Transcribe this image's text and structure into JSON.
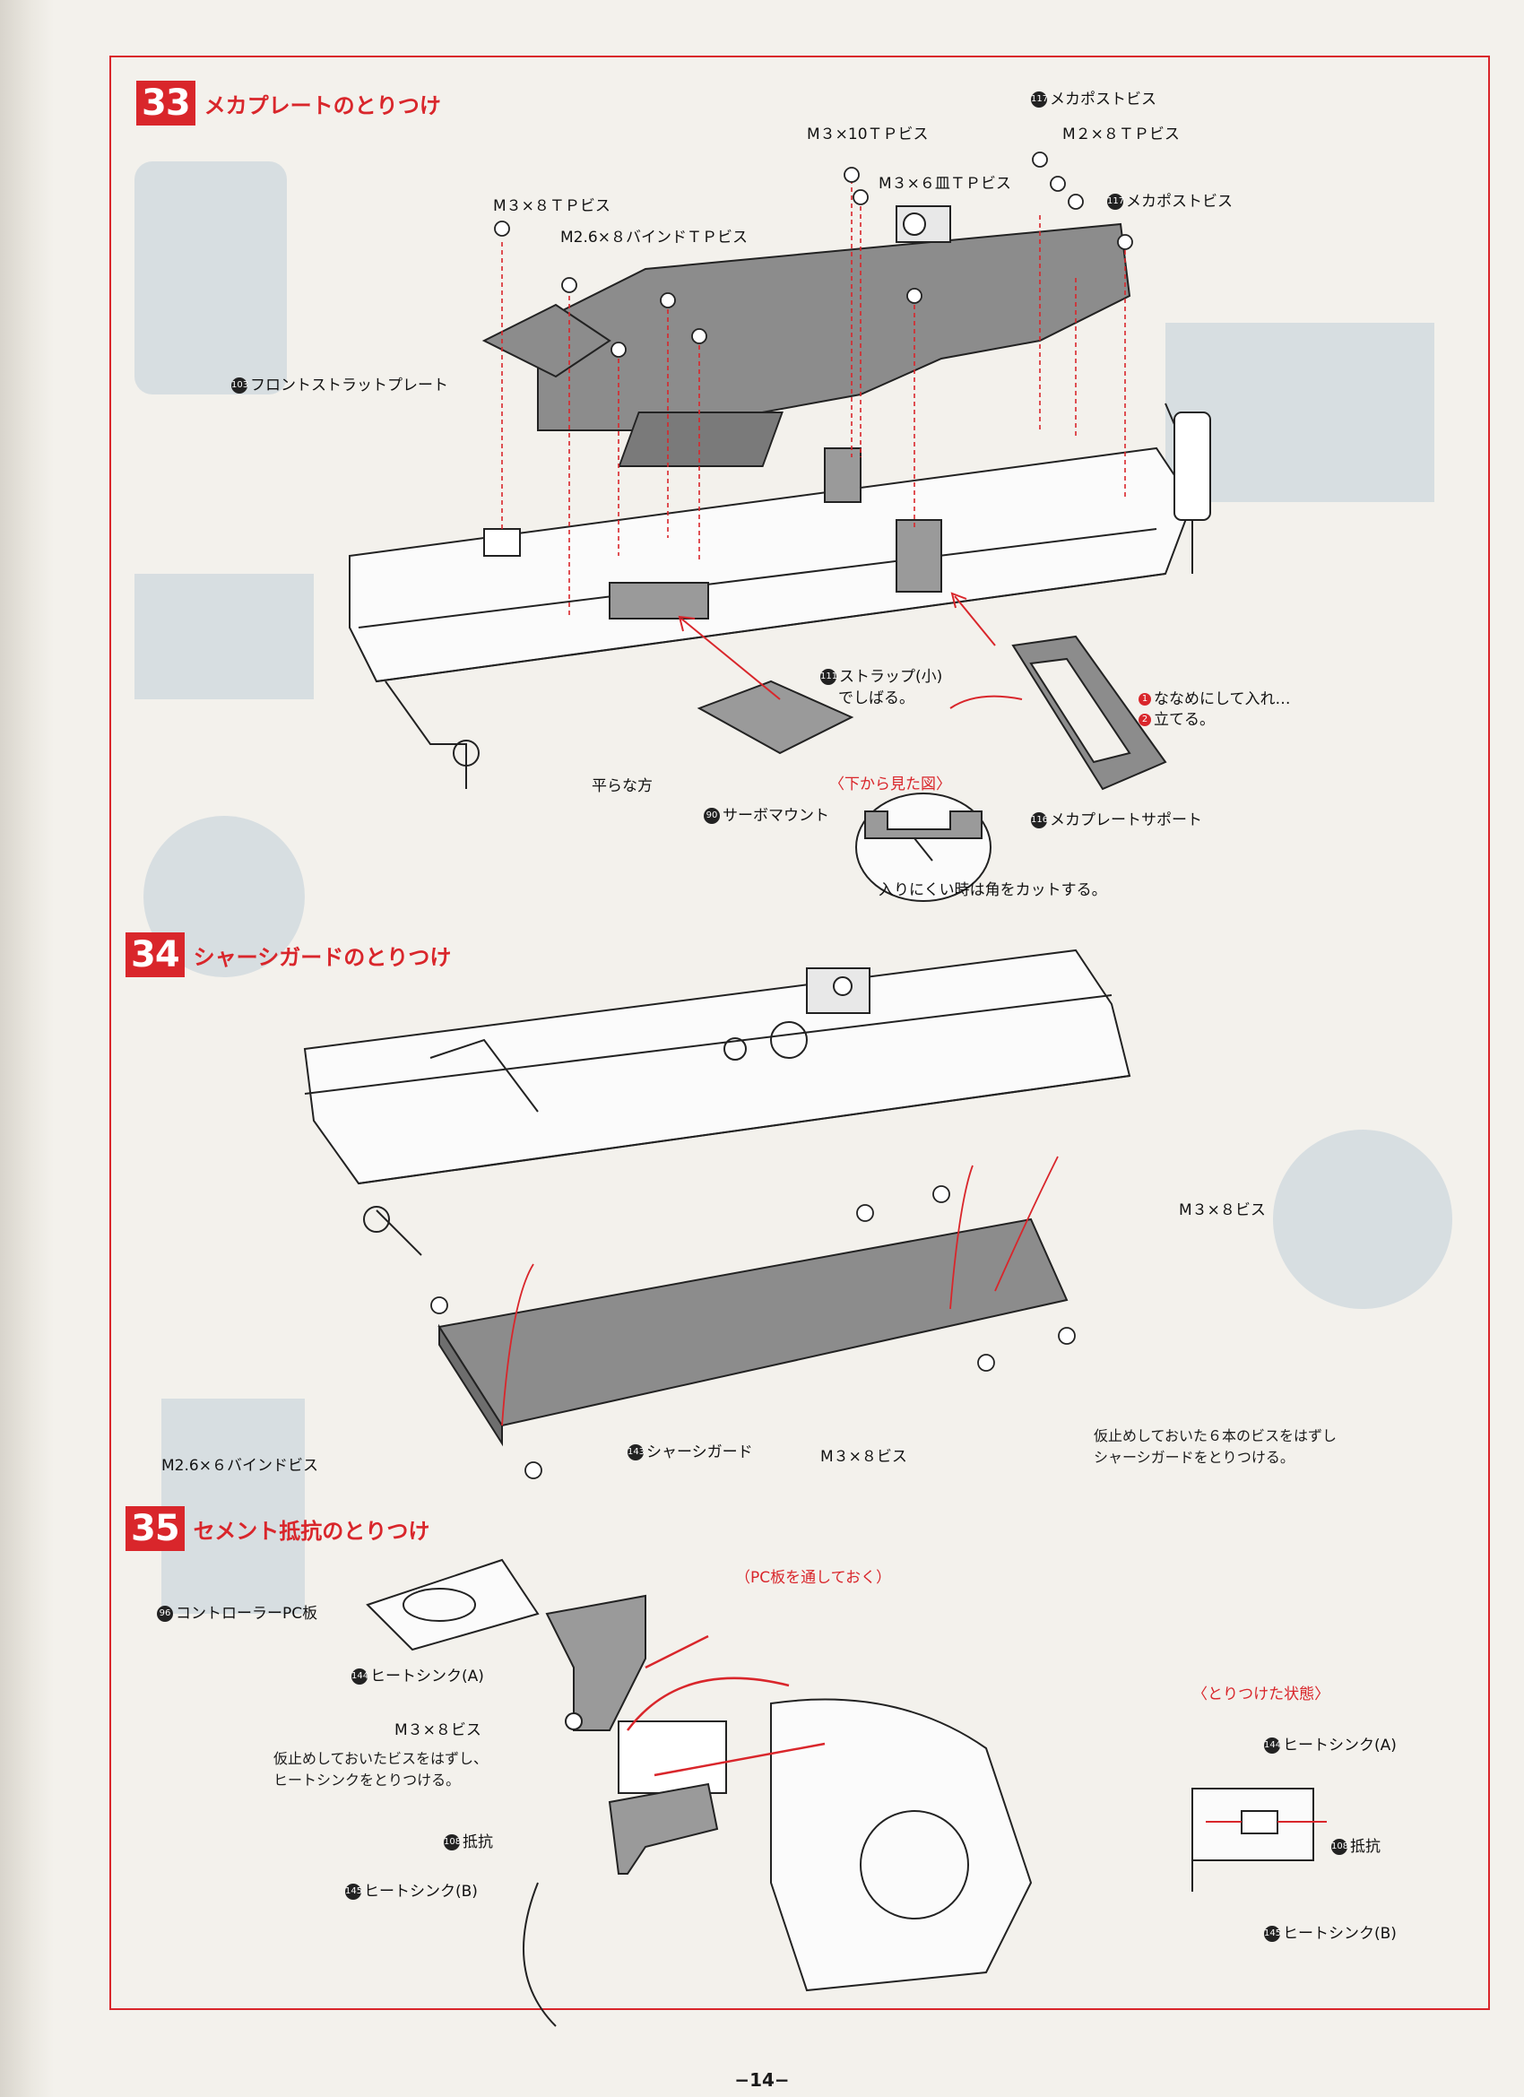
{
  "page_number": "−14−",
  "sections": [
    {
      "num": "33",
      "title": "メカプレートのとりつけ"
    },
    {
      "num": "34",
      "title": "シャーシガードのとりつけ"
    },
    {
      "num": "35",
      "title": "セメント抵抗のとりつけ"
    }
  ],
  "s33": {
    "screw_m3x10tp": "M３×10ＴＰビス",
    "mecha_post_screw_num": "117",
    "mecha_post_screw": "メカポストビス",
    "screw_m2x8tp": "M２×８ＴＰビス",
    "screw_m3x6dish": "M３×６皿ＴＰビス",
    "screw_m3x8tp": "M３×８ＴＰビス",
    "screw_m26x8bind": "M2.6×８バインドＴＰビス",
    "front_strut_num": "103",
    "front_strut_plate": "フロントストラットプレート",
    "strap_num": "111",
    "strap_line1": "ストラップ(小)",
    "strap_line2": "でしばる。",
    "step1_num": "1",
    "step1_text": "ななめにして入れ…",
    "step2_num": "2",
    "step2_text": "立てる。",
    "flat_side": "平らな方",
    "servo_mount_num": "90",
    "servo_mount": "サーボマウント",
    "bottom_view": "〈下から見た図〉",
    "plate_support_num": "116",
    "plate_support": "メカプレートサポート",
    "cut_corner": "入りにくい時は角をカットする。"
  },
  "s34": {
    "screw_m3x8_a": "M３×８ビス",
    "screw_m3x8_b": "M３×８ビス",
    "screw_m26x6bind": "M2.6×６バインドビス",
    "chassis_guard_num": "143",
    "chassis_guard": "シャーシガード",
    "note_line1": "仮止めしておいた６本のビスをはずし",
    "note_line2": "シャーシガードをとりつける。"
  },
  "s35": {
    "pc_note": "（PC板を通しておく）",
    "controller_pc_num": "96",
    "controller_pc": "コントローラーPC板",
    "heatsink_a_num": "144",
    "heatsink_a": "ヒートシンク(A)",
    "screw_m3x8": "M３×８ビス",
    "note_line1": "仮止めしておいたビスをはずし、",
    "note_line2": "ヒートシンクをとりつける。",
    "resistor_num": "108",
    "resistor": "抵抗",
    "heatsink_b_num": "145",
    "heatsink_b": "ヒートシンク(B)",
    "installed_state": "〈とりつけた状態〉",
    "inset_heatsink_a_num": "144",
    "inset_heatsink_a": "ヒートシンク(A)",
    "inset_resistor_num": "108",
    "inset_resistor": "抵抗",
    "inset_heatsink_b_num": "145",
    "inset_heatsink_b": "ヒートシンク(B)"
  },
  "colors": {
    "accent": "#d9262b",
    "ink": "#1a1a1a",
    "paper": "#f3f1ec"
  }
}
